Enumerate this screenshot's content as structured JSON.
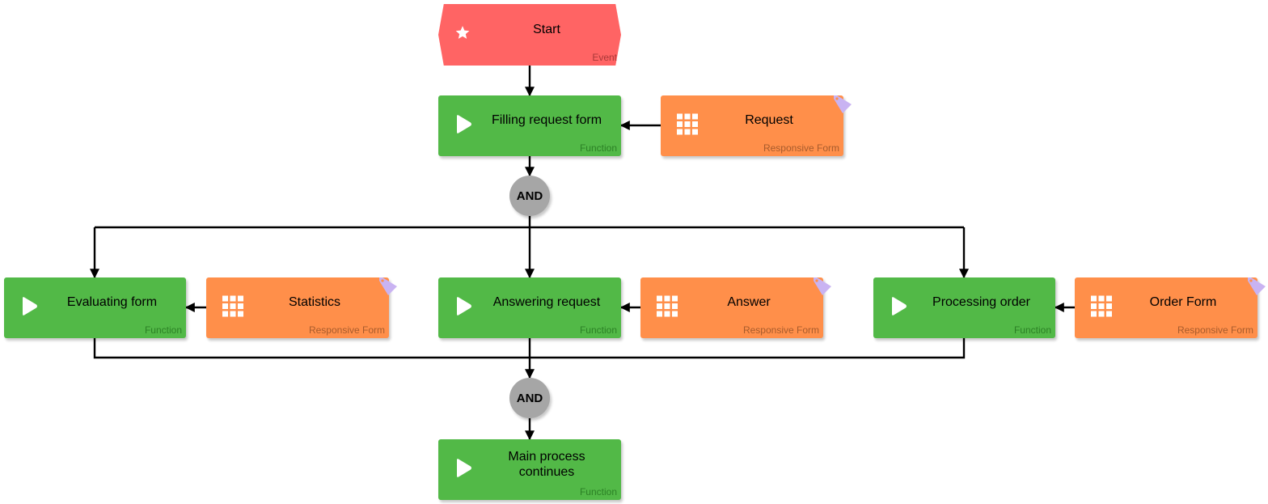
{
  "nodes": {
    "start": {
      "label": "Start",
      "type": "Event"
    },
    "filling": {
      "label": "Filling request form",
      "type": "Function"
    },
    "request": {
      "label": "Request",
      "type": "Responsive Form"
    },
    "gate_split": {
      "label": "AND"
    },
    "evaluating": {
      "label": "Evaluating form",
      "type": "Function"
    },
    "statistics": {
      "label": "Statistics",
      "type": "Responsive Form"
    },
    "answering": {
      "label": "Answering request",
      "type": "Function"
    },
    "answer": {
      "label": "Answer",
      "type": "Responsive Form"
    },
    "processing": {
      "label": "Processing order",
      "type": "Function"
    },
    "order_form": {
      "label": "Order Form",
      "type": "Responsive Form"
    },
    "gate_join": {
      "label": "AND"
    },
    "main": {
      "label": "Main process continues",
      "type": "Function"
    }
  },
  "edges": [
    {
      "from": "Start",
      "to": "Filling request form"
    },
    {
      "from": "Request",
      "to": "Filling request form"
    },
    {
      "from": "Filling request form",
      "to": "AND"
    },
    {
      "from": "AND",
      "to": "Evaluating form"
    },
    {
      "from": "AND",
      "to": "Answering request"
    },
    {
      "from": "AND",
      "to": "Processing order"
    },
    {
      "from": "Statistics",
      "to": "Evaluating form"
    },
    {
      "from": "Answer",
      "to": "Answering request"
    },
    {
      "from": "Order Form",
      "to": "Processing order"
    },
    {
      "from": "Evaluating form",
      "to": "AND"
    },
    {
      "from": "Answering request",
      "to": "AND"
    },
    {
      "from": "Processing order",
      "to": "AND"
    },
    {
      "from": "AND",
      "to": "Main process continues"
    }
  ],
  "colors": {
    "function": "#52b947",
    "form": "#ff8f4a",
    "event": "#ff6464",
    "gate": "#a6a6a6",
    "tag": "#c9b3f2",
    "connector": "#000000"
  },
  "icons": {
    "event": "star-icon",
    "function": "play-icon",
    "form": "grid-icon",
    "tag": "tag-icon"
  }
}
